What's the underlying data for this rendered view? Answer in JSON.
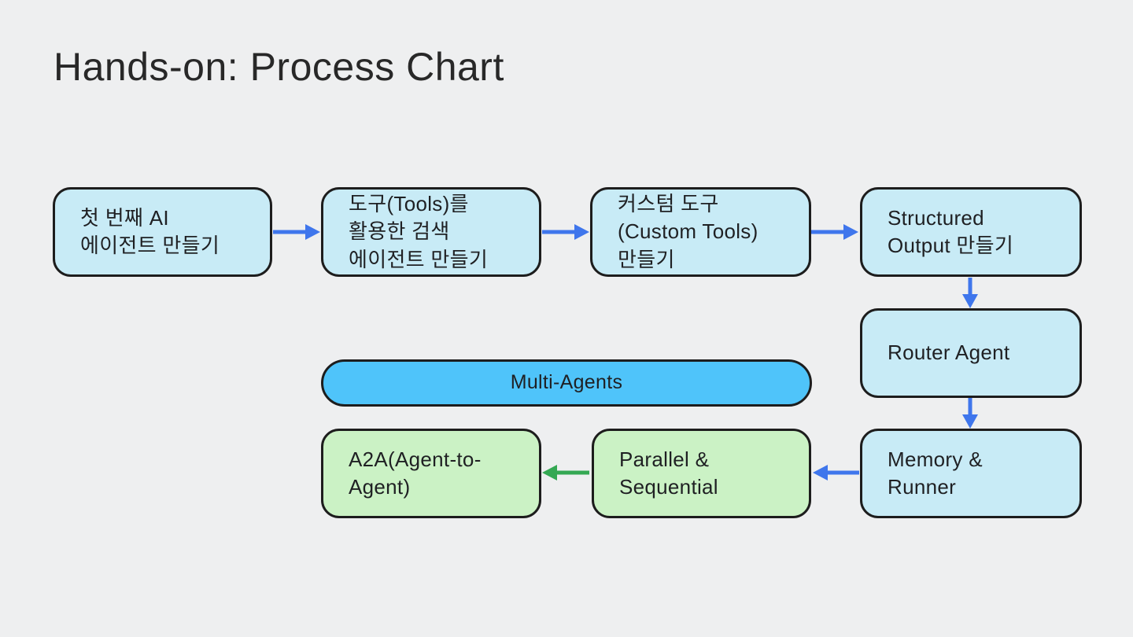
{
  "page": {
    "title": "Hands-on: Process Chart"
  },
  "colors": {
    "background": "#eeeff0",
    "box_blue_fill": "#c8ebf6",
    "box_green_fill": "#cbf2c5",
    "pill_blue_fill": "#4fc4fa",
    "border": "#1d1d1d",
    "text": "#1f2023",
    "arrow_blue": "#3f76ec",
    "arrow_green": "#34a853"
  },
  "diagram": {
    "nodes": [
      {
        "id": "step-1",
        "label": "첫 번째 AI\n에이전트 만들기",
        "fill": "blue"
      },
      {
        "id": "step-2",
        "label": "도구(Tools)를\n활용한 검색\n에이전트 만들기",
        "fill": "blue"
      },
      {
        "id": "step-3",
        "label": "커스텀 도구\n(Custom Tools)\n만들기",
        "fill": "blue"
      },
      {
        "id": "step-4",
        "label": "Structured\nOutput 만들기",
        "fill": "blue"
      },
      {
        "id": "router",
        "label": "Router Agent",
        "fill": "blue"
      },
      {
        "id": "memory",
        "label": "Memory &\nRunner",
        "fill": "blue"
      },
      {
        "id": "parallel",
        "label": "Parallel &\nSequential",
        "fill": "green"
      },
      {
        "id": "a2a",
        "label": "A2A(Agent-to-\nAgent)",
        "fill": "green"
      },
      {
        "id": "multi-agents",
        "label": "Multi-Agents",
        "fill": "pill-blue"
      }
    ],
    "connections": [
      {
        "from": "step-1",
        "to": "step-2",
        "direction": "right",
        "color": "blue"
      },
      {
        "from": "step-2",
        "to": "step-3",
        "direction": "right",
        "color": "blue"
      },
      {
        "from": "step-3",
        "to": "step-4",
        "direction": "right",
        "color": "blue"
      },
      {
        "from": "step-4",
        "to": "router",
        "direction": "down",
        "color": "blue"
      },
      {
        "from": "router",
        "to": "memory",
        "direction": "down",
        "color": "blue"
      },
      {
        "from": "memory",
        "to": "parallel",
        "direction": "left",
        "color": "blue"
      },
      {
        "from": "parallel",
        "to": "a2a",
        "direction": "left",
        "color": "green"
      }
    ]
  }
}
